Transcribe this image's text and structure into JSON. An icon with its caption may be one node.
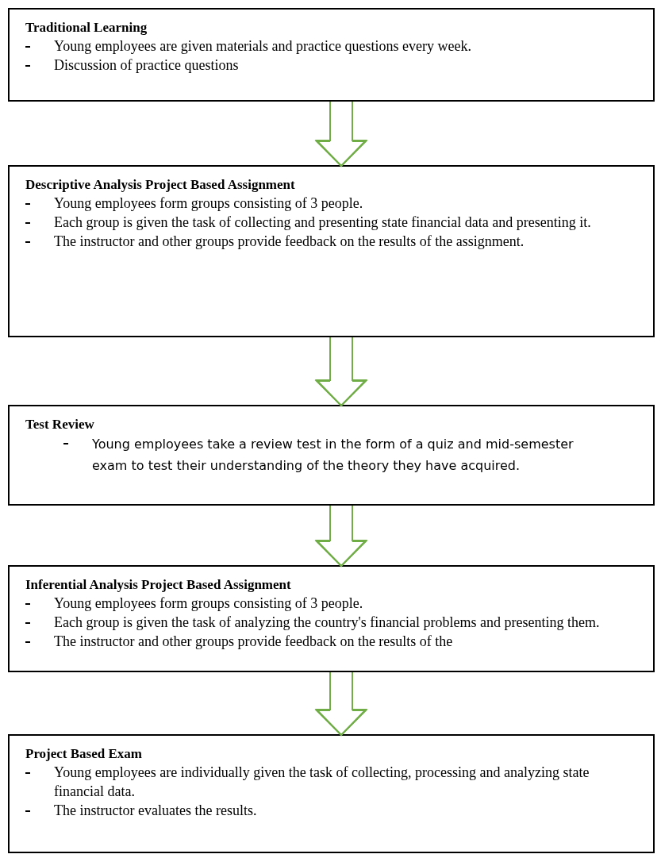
{
  "diagram": {
    "nodes": [
      {
        "text": [
          "Traditional Learning",
          "Young employees are given materials and practice questions every week.",
          "Discussion of practice questions"
        ]
      },
      {
        "text": [
          "Descriptive Analysis Project Based Assignment",
          "Young employees form groups consisting of 3 people.",
          "Each group is given the task of collecting and presenting state financial data and presenting it.",
          "The instructor and other groups provide feedback on the results of the assignment."
        ]
      },
      {
        "text": [
          "Test Review",
          "Young employees take a review test in the form of a quiz and mid-semester exam to test their understanding of the theory they have acquired."
        ]
      },
      {
        "text": [
          "Inferential Analysis Project Based Assignment",
          "Young employees form groups consisting of 3 people.",
          "Each group is given the task of analyzing the country's financial problems and presenting them.",
          "The instructor and other groups provide feedback on the results of the"
        ]
      },
      {
        "text": [
          "Project Based Exam",
          "Young employees are individually given the task of collecting, processing and analyzing state financial data.",
          "The instructor evaluates the results."
        ]
      }
    ],
    "edges": [
      {
        "from": 0,
        "to": 1,
        "arrow": "to"
      },
      {
        "from": 1,
        "to": 2,
        "arrow": "to"
      },
      {
        "from": 2,
        "to": 3,
        "arrow": "to"
      },
      {
        "from": 3,
        "to": 4,
        "arrow": "to"
      }
    ]
  }
}
